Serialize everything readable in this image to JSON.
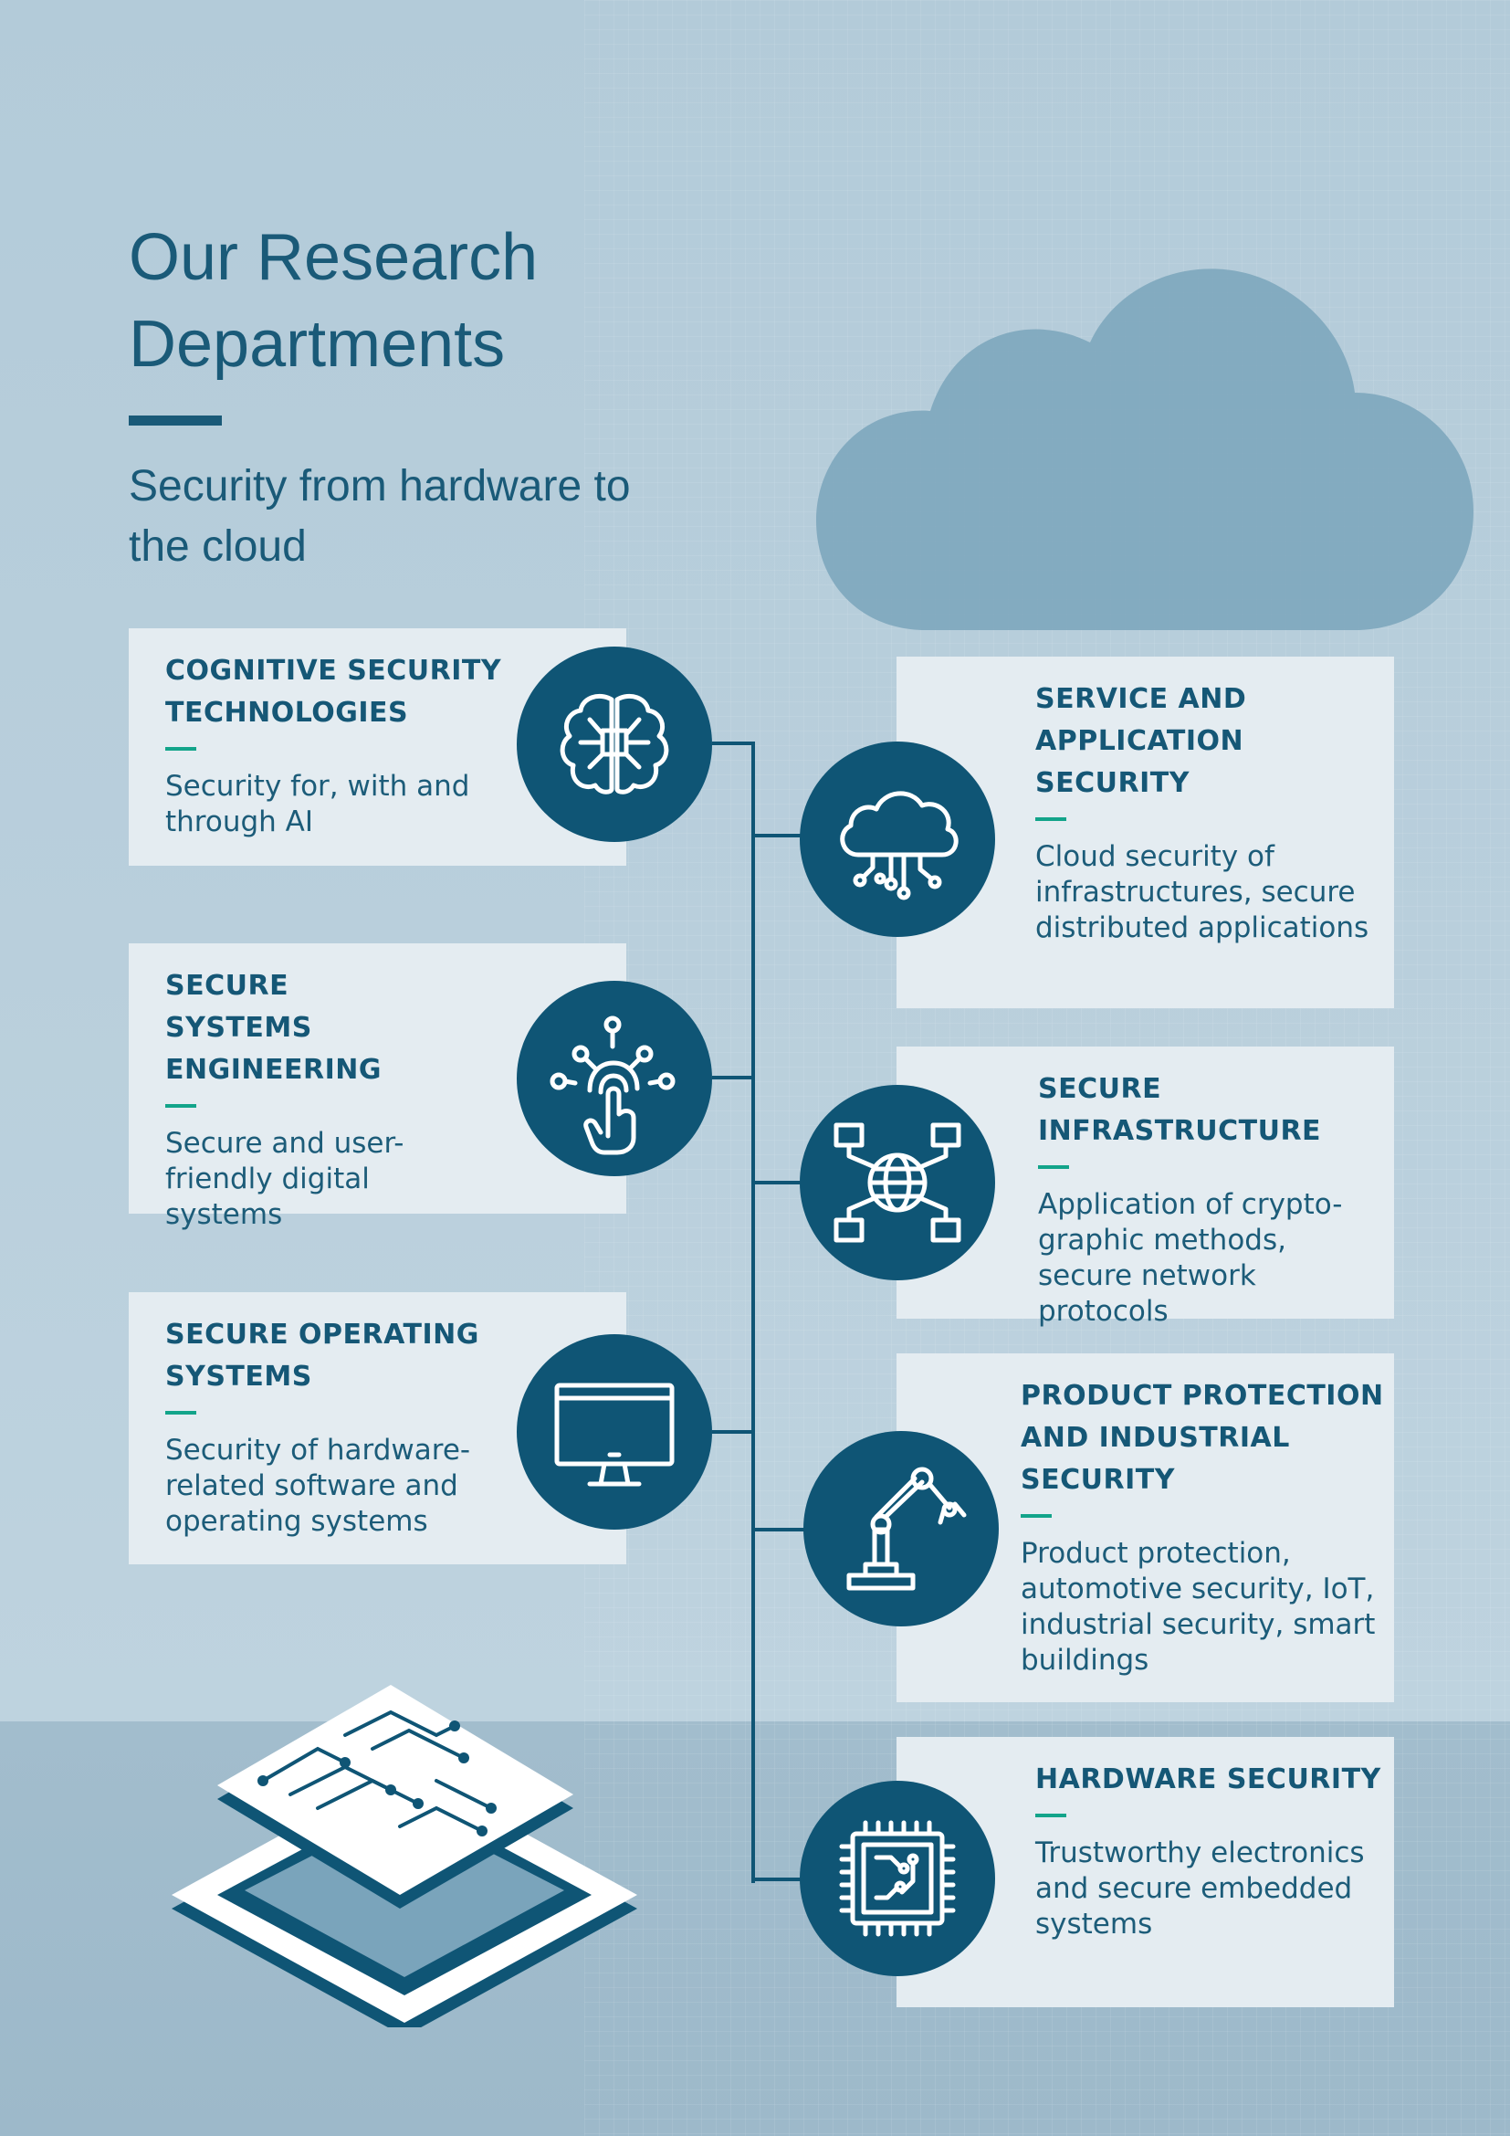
{
  "title": "Our Research Departments",
  "subtitle": "Security from hardware to the cloud",
  "colors": {
    "navy": "#0f5575",
    "accent": "#12a48a",
    "card": "#e4ecf1",
    "background": "#b8cedb"
  },
  "departments_left": [
    {
      "name": "COGNITIVE SECURITY TECHNOLOGIES",
      "description": "Security for, with and through AI",
      "icon": "brain-icon"
    },
    {
      "name": "SECURE SYSTEMS ENGINEERING",
      "description": "Secure and user-friendly digital systems",
      "icon": "fingerprint-touch-icon"
    },
    {
      "name": "SECURE OPERATING SYSTEMS",
      "description": "Security of hardware-related software and operating systems",
      "icon": "monitor-icon"
    }
  ],
  "departments_right": [
    {
      "name": "SERVICE AND APPLICATION SECURITY",
      "description": "Cloud security of infrastructures, secure distributed applications",
      "icon": "cloud-network-icon"
    },
    {
      "name": "SECURE INFRASTRUCTURE",
      "description": "Application of crypto-graphic methods, secure network protocols",
      "icon": "globe-network-icon"
    },
    {
      "name": "PRODUCT PROTECTION AND INDUSTRIAL SECURITY",
      "description": "Product protection, automotive security, IoT, industrial security, smart buildings",
      "icon": "robot-arm-icon"
    },
    {
      "name": "HARDWARE SECURITY",
      "description": "Trustworthy electronics and secure embedded systems",
      "icon": "chip-icon"
    }
  ]
}
